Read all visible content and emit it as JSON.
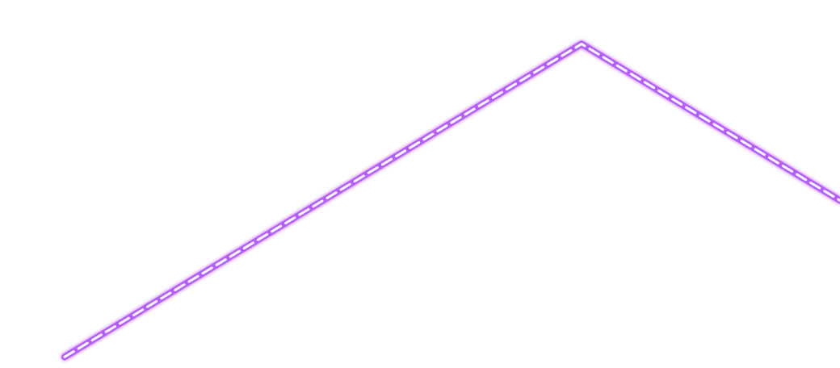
{
  "chart_data": {
    "type": "line",
    "title": "",
    "xlabel": "",
    "ylabel": "",
    "x": [
      0,
      1,
      2,
      3
    ],
    "series": [
      {
        "values": [
          0.1,
          1,
          10,
          1
        ],
        "color": "#b04cff"
      }
    ],
    "xlim": [
      -0.25,
      3
    ],
    "ylim": [
      0.085,
      12.6
    ],
    "yscale": "log",
    "grid": false,
    "legend": "none",
    "line_style": "dashed",
    "glow": true
  }
}
